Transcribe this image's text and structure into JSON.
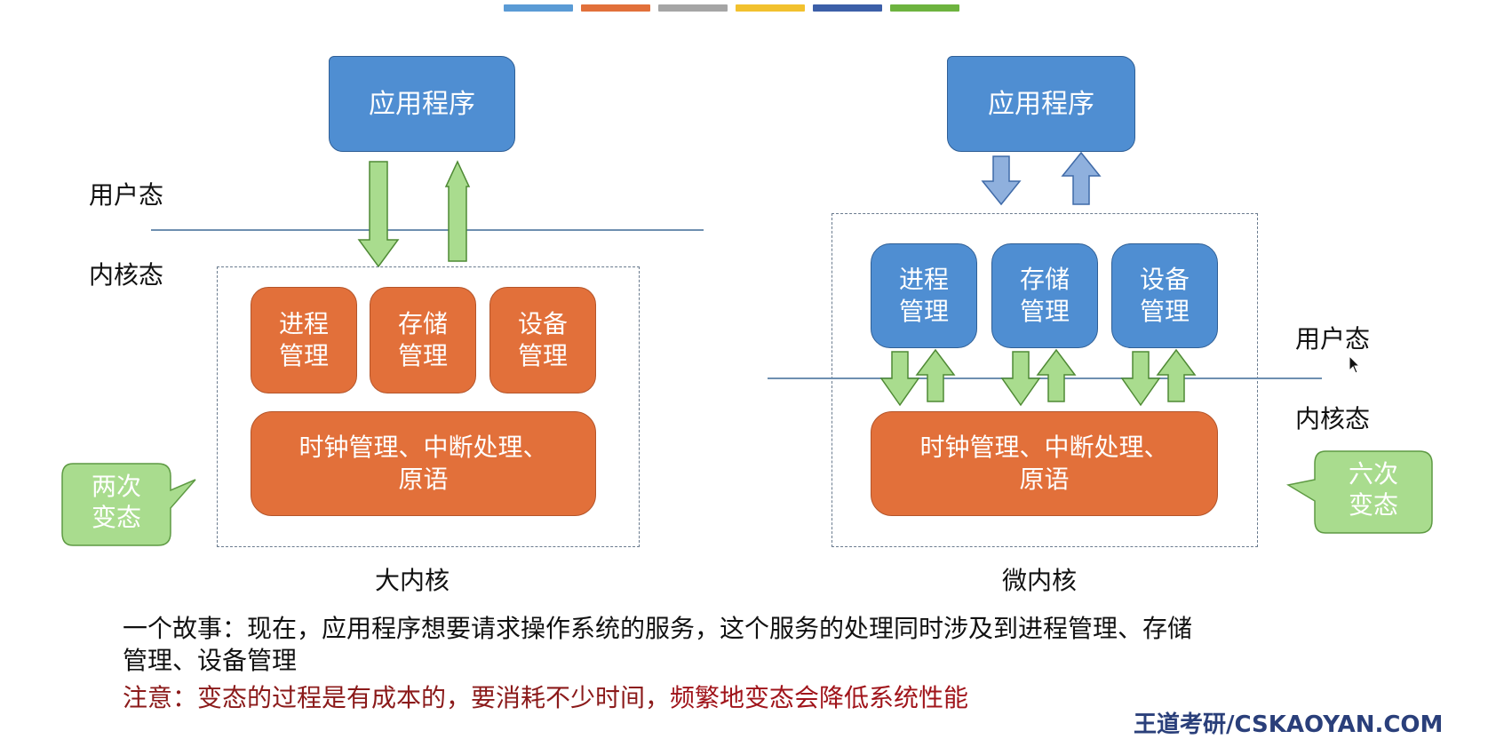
{
  "colors": {
    "strip": [
      "#5a9bd5",
      "#e2703a",
      "#a5a5a5",
      "#f2c12e",
      "#3c5fa8",
      "#6db33f"
    ],
    "app_blue": "#4f8ed2",
    "module_orange": "#e2703a",
    "module_blue": "#4f8ed2",
    "arrow_green": "#a9dc8e",
    "arrow_blue": "#8fb0dd",
    "callout_green": "#a9dc8e",
    "note_red": "#8b1a1a"
  },
  "left": {
    "app": "应用程序",
    "user_mode": "用户态",
    "kernel_mode": "内核态",
    "modules": [
      "进程\n管理",
      "存储\n管理",
      "设备\n管理"
    ],
    "base": "时钟管理、中断处理、\n原语",
    "callout": "两次\n变态",
    "caption": "大内核"
  },
  "right": {
    "app": "应用程序",
    "user_mode": "用户态",
    "kernel_mode": "内核态",
    "modules": [
      "进程\n管理",
      "存储\n管理",
      "设备\n管理"
    ],
    "base": "时钟管理、中断处理、\n原语",
    "callout": "六次\n变态",
    "caption": "微内核"
  },
  "story_line1": "一个故事：现在，应用程序想要请求操作系统的服务，这个服务的处理同时涉及到进程管理、存储",
  "story_line2": "管理、设备管理",
  "note_prefix": "注意：变态的过程是有成本的，要消耗不少时间，",
  "note_suffix": "频繁地变态会降低系统性能",
  "watermark": "王道考研/CSKAOYAN.COM"
}
